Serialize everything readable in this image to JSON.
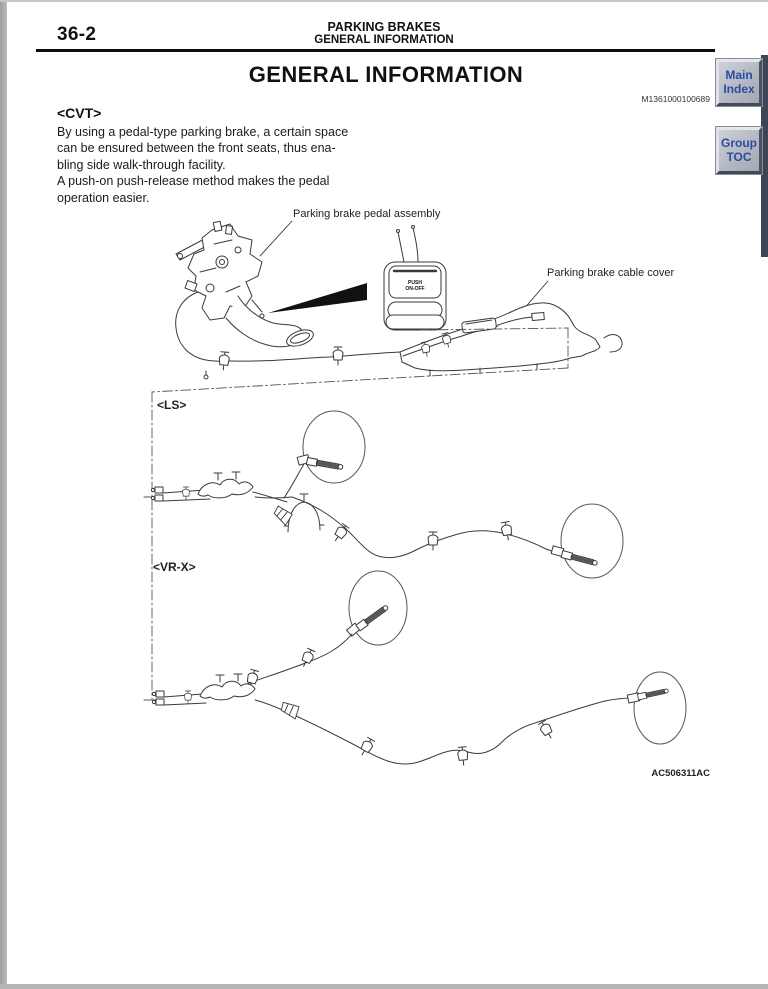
{
  "page": {
    "number": "36-2",
    "running_header": {
      "line1": "PARKING BRAKES",
      "line2": "GENERAL INFORMATION"
    },
    "title": "GENERAL INFORMATION",
    "doc_code": "M1361000100689",
    "figure_code": "AC506311AC"
  },
  "nav_buttons": {
    "main_index": {
      "line1": "Main",
      "line2": "Index"
    },
    "group_toc": {
      "line1": "Group",
      "line2": "TOC"
    }
  },
  "content": {
    "heading": "<CVT>",
    "body_lines": [
      "By using a pedal-type parking brake, a certain space",
      "can be ensured between the front seats, thus ena-",
      "bling side walk-through facility.",
      "A push-on push-release method makes the pedal",
      "operation easier."
    ]
  },
  "figure": {
    "label_pedal_assembly": "Parking brake pedal assembly",
    "label_cable_cover": "Parking brake cable cover",
    "label_ls": "<LS>",
    "label_vrx": "<VR-X>",
    "pad_text_line1": "PUSH",
    "pad_text_line2": "ON-OFF"
  },
  "colors": {
    "button_text": "#2b4da0",
    "button_face": "#b3b8c2",
    "edge_strip_right": "#3e4656",
    "page_border_gray": "#b0b0b0",
    "rule_black": "#0d0d0d"
  }
}
